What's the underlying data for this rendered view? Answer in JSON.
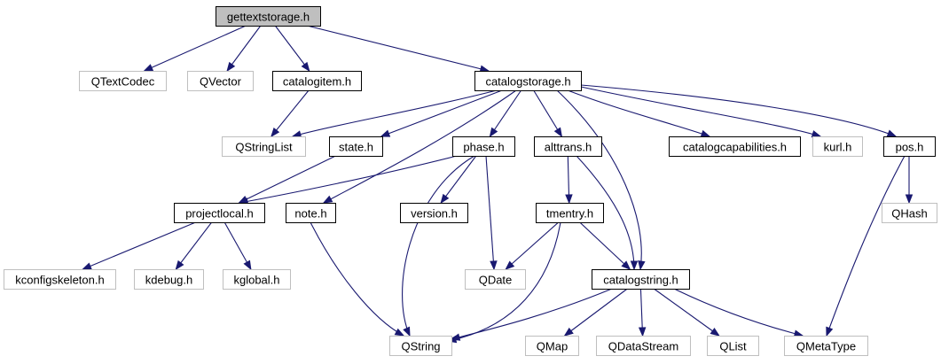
{
  "title": "gettextstorage.h include dependency graph",
  "colors": {
    "edge": "#191970",
    "root_fill": "#bfbfbf",
    "root_stroke": "#000000",
    "documented_stroke": "#000000",
    "external_stroke": "#bfbfbf",
    "external_text": "#000000"
  },
  "nodes": [
    {
      "id": "gettextstorage",
      "label": "gettextstorage.h",
      "kind": "root"
    },
    {
      "id": "qtextcodec",
      "label": "QTextCodec",
      "kind": "external"
    },
    {
      "id": "qvector",
      "label": "QVector",
      "kind": "external"
    },
    {
      "id": "catalogitem",
      "label": "catalogitem.h",
      "kind": "documented"
    },
    {
      "id": "catalogstorage",
      "label": "catalogstorage.h",
      "kind": "documented"
    },
    {
      "id": "qstringlist",
      "label": "QStringList",
      "kind": "external"
    },
    {
      "id": "state",
      "label": "state.h",
      "kind": "documented"
    },
    {
      "id": "phase",
      "label": "phase.h",
      "kind": "documented"
    },
    {
      "id": "alttrans",
      "label": "alttrans.h",
      "kind": "documented"
    },
    {
      "id": "catalogcapabilities",
      "label": "catalogcapabilities.h",
      "kind": "documented"
    },
    {
      "id": "kurl",
      "label": "kurl.h",
      "kind": "external"
    },
    {
      "id": "pos",
      "label": "pos.h",
      "kind": "documented"
    },
    {
      "id": "projectlocal",
      "label": "projectlocal.h",
      "kind": "documented"
    },
    {
      "id": "note",
      "label": "note.h",
      "kind": "documented"
    },
    {
      "id": "version",
      "label": "version.h",
      "kind": "documented"
    },
    {
      "id": "tmentry",
      "label": "tmentry.h",
      "kind": "documented"
    },
    {
      "id": "qhash",
      "label": "QHash",
      "kind": "external"
    },
    {
      "id": "kconfigskeleton",
      "label": "kconfigskeleton.h",
      "kind": "external"
    },
    {
      "id": "kdebug",
      "label": "kdebug.h",
      "kind": "external"
    },
    {
      "id": "kglobal",
      "label": "kglobal.h",
      "kind": "external"
    },
    {
      "id": "qdate",
      "label": "QDate",
      "kind": "external"
    },
    {
      "id": "catalogstring",
      "label": "catalogstring.h",
      "kind": "documented"
    },
    {
      "id": "qstring",
      "label": "QString",
      "kind": "external"
    },
    {
      "id": "qmap",
      "label": "QMap",
      "kind": "external"
    },
    {
      "id": "qdatastream",
      "label": "QDataStream",
      "kind": "external"
    },
    {
      "id": "qlist",
      "label": "QList",
      "kind": "external"
    },
    {
      "id": "qmetatype",
      "label": "QMetaType",
      "kind": "external"
    }
  ],
  "edges": [
    [
      "gettextstorage",
      "qtextcodec"
    ],
    [
      "gettextstorage",
      "qvector"
    ],
    [
      "gettextstorage",
      "catalogitem"
    ],
    [
      "gettextstorage",
      "catalogstorage"
    ],
    [
      "catalogitem",
      "qstringlist"
    ],
    [
      "catalogstorage",
      "qstringlist"
    ],
    [
      "catalogstorage",
      "state"
    ],
    [
      "catalogstorage",
      "note"
    ],
    [
      "catalogstorage",
      "phase"
    ],
    [
      "catalogstorage",
      "alttrans"
    ],
    [
      "catalogstorage",
      "catalogstring"
    ],
    [
      "catalogstorage",
      "catalogcapabilities"
    ],
    [
      "catalogstorage",
      "kurl"
    ],
    [
      "catalogstorage",
      "pos"
    ],
    [
      "state",
      "projectlocal"
    ],
    [
      "phase",
      "projectlocal"
    ],
    [
      "phase",
      "qstring"
    ],
    [
      "phase",
      "version"
    ],
    [
      "phase",
      "qdate"
    ],
    [
      "alttrans",
      "tmentry"
    ],
    [
      "alttrans",
      "catalogstring"
    ],
    [
      "pos",
      "qhash"
    ],
    [
      "pos",
      "qmetatype"
    ],
    [
      "projectlocal",
      "kconfigskeleton"
    ],
    [
      "projectlocal",
      "kdebug"
    ],
    [
      "projectlocal",
      "kglobal"
    ],
    [
      "note",
      "qstring"
    ],
    [
      "tmentry",
      "qdate"
    ],
    [
      "tmentry",
      "catalogstring"
    ],
    [
      "tmentry",
      "qstring"
    ],
    [
      "catalogstring",
      "qstring"
    ],
    [
      "catalogstring",
      "qmap"
    ],
    [
      "catalogstring",
      "qdatastream"
    ],
    [
      "catalogstring",
      "qlist"
    ],
    [
      "catalogstring",
      "qmetatype"
    ]
  ]
}
